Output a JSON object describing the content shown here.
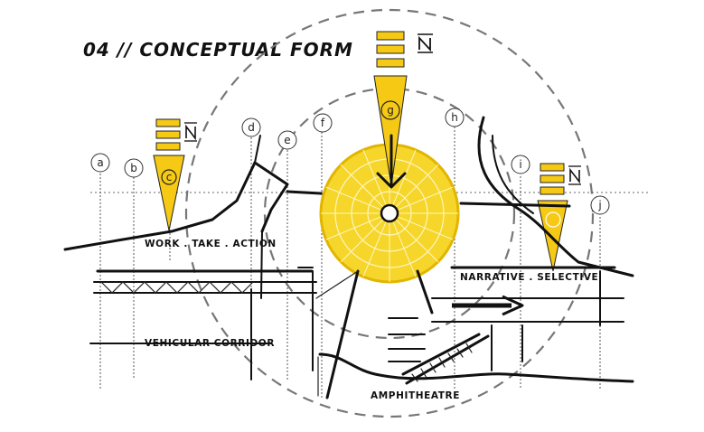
{
  "title": "04 // CONCEPTUAL FORM",
  "grid_tags": [
    "a",
    "b",
    "c",
    "d",
    "e",
    "f",
    "g",
    "h",
    "i",
    "j"
  ],
  "labels": {
    "work": "WORK . TAKE . ACTION",
    "narrative": "NARRATIVE . SELECTIVE",
    "vehicular": "VEHICULAR CORRIDOR",
    "amphitheatre": "AMPHITHEATRE"
  },
  "icons": [
    "north-arrow-icon",
    "yellow-sun-disc",
    "yellow-arrow-indicator",
    "direction-arrow-icon"
  ],
  "colors": {
    "accent": "#f6cf1a",
    "ink": "#111111",
    "dashed_circle": "#777777"
  }
}
